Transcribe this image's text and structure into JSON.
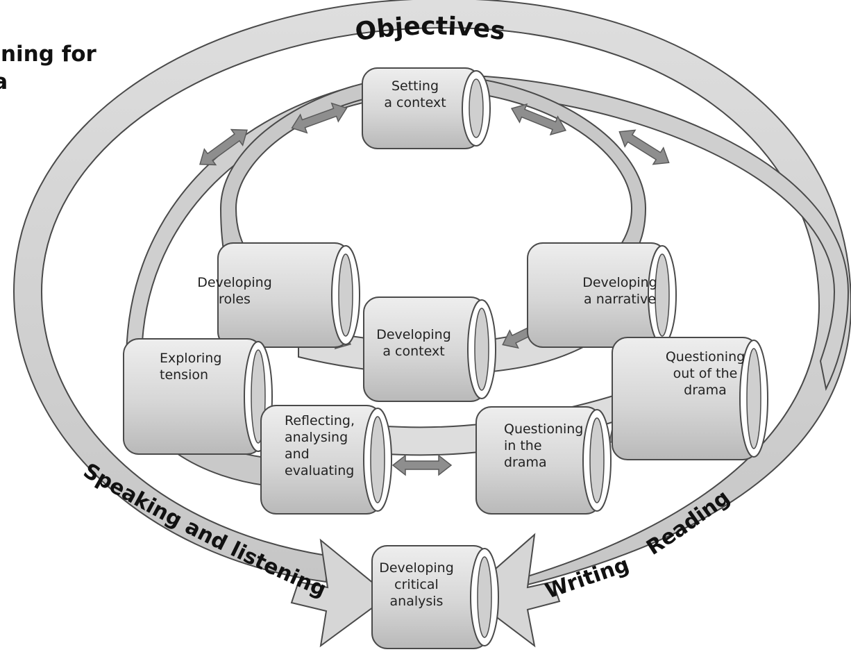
{
  "heading": {
    "line1": "anning for",
    "line2": "ma"
  },
  "outer_band": {
    "top": "Objectives",
    "left": "Speaking and listening",
    "right_1": "Writing",
    "right_2": "Reading"
  },
  "nodes": {
    "setting_context": [
      "Setting",
      "a context"
    ],
    "developing_roles": [
      "Developing",
      "roles"
    ],
    "developing_narrative": [
      "Developing",
      "a narrative"
    ],
    "developing_context": [
      "Developing",
      "a context"
    ],
    "exploring_tension": [
      "Exploring",
      "tension"
    ],
    "questioning_out": [
      "Questioning",
      "out of the",
      "drama"
    ],
    "reflecting": [
      "Reflecting,",
      "analysing",
      "and",
      "evaluating"
    ],
    "questioning_in": [
      "Questioning",
      "in the",
      "drama"
    ],
    "critical_analysis": [
      "Developing",
      "critical",
      "analysis"
    ]
  },
  "colors": {
    "band_fill": "#d6d6d6",
    "band_inner": "#b4b4b4",
    "cylinder_fill": "#d9d9d9",
    "arrow_fill": "#8e8e8e",
    "outline": "#4a4a4a"
  }
}
